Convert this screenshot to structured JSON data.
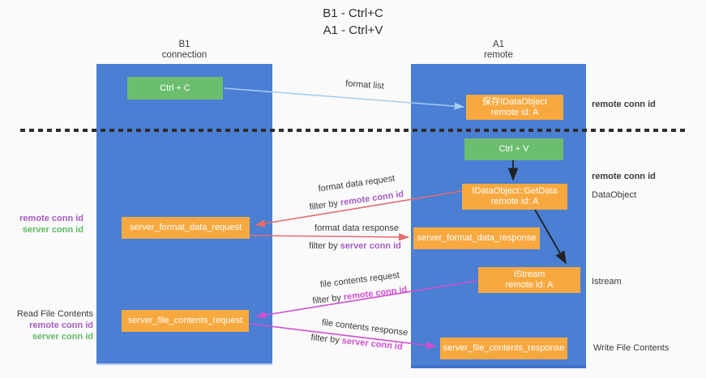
{
  "title": {
    "line1": "B1 - Ctrl+C",
    "line2": "A1 - Ctrl+V"
  },
  "columns": {
    "b1": {
      "name": "B1",
      "subtitle": "connection"
    },
    "a1": {
      "name": "A1",
      "subtitle": "remote"
    }
  },
  "nodes": {
    "ctrl_c": {
      "label": "Ctrl + C"
    },
    "save_idataobject": {
      "line1": "保存IDataObject",
      "line2": "remote id: A"
    },
    "ctrl_v": {
      "label": "Ctrl + V"
    },
    "getdata": {
      "line1": "IDataObject::GetData",
      "line2": "remote id: A"
    },
    "server_format_data_request": {
      "label": "server_format_data_request"
    },
    "server_format_data_response": {
      "label": "server_format_data_response"
    },
    "istream": {
      "line1": "IStream",
      "line2": "remote id: A"
    },
    "server_file_contents_request": {
      "label": "server_file_contents_request"
    },
    "server_file_contents_response": {
      "label": "server_file_contents_response"
    }
  },
  "edges": {
    "format_list": {
      "label": "format list"
    },
    "format_request": {
      "line1": "format data request",
      "filter_prefix": "filter by ",
      "filter_key": "remote conn id"
    },
    "format_response": {
      "line1": "format data response",
      "filter_prefix": "filter by ",
      "filter_key": "server conn id"
    },
    "file_request": {
      "line1": "file contents request",
      "filter_prefix": "filter by ",
      "filter_key": "remote conn id"
    },
    "file_response": {
      "line1": "file contents response",
      "filter_prefix": "filter by ",
      "filter_key": "server conn id"
    }
  },
  "annotations": {
    "right_remote_conn_id_top": "remote conn id",
    "right_remote_conn_id_mid": "remote conn id",
    "right_dataobject": "DataObject",
    "right_istream": "Istream",
    "right_write_file_contents": "Write File Contents",
    "left_remote_conn_id_1": "remote conn id",
    "left_server_conn_id_1": "server conn id",
    "left_read_file_contents": "Read File Contents",
    "left_remote_conn_id_2": "remote conn id",
    "left_server_conn_id_2": "server conn id"
  },
  "colors": {
    "lane": "#4a7fd3",
    "node_green": "#6cbe6f",
    "node_orange": "#f7a940",
    "arrow_lightblue": "#a5cdee",
    "arrow_salmon": "#e36d6d",
    "arrow_magenta": "#cf4fcf",
    "arrow_black": "#222222",
    "text_purple": "#a55cc3",
    "text_green": "#5fbb63"
  }
}
